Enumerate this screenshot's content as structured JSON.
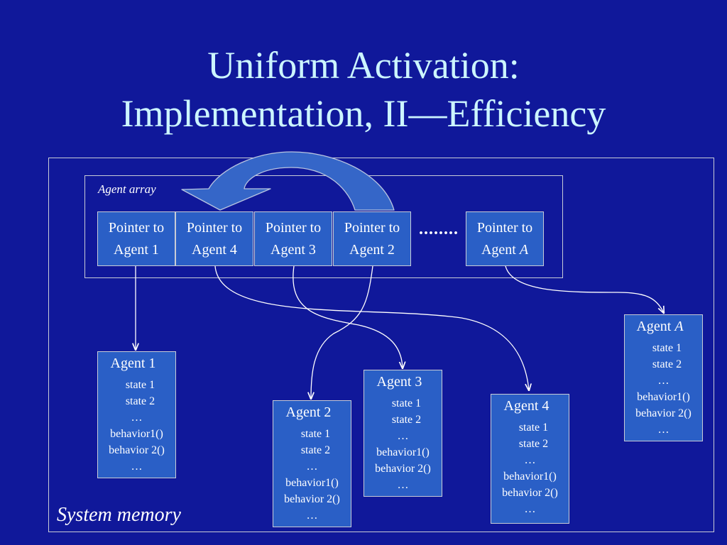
{
  "title": {
    "line1": "Uniform Activation:",
    "line2": "Implementation, II—Efficiency"
  },
  "array_label": "Agent array",
  "memory_label": "System memory",
  "ellipsis_dots": "........",
  "pointer_cells": [
    {
      "line1": "Pointer to",
      "line2": "Agent 1"
    },
    {
      "line1": "Pointer to",
      "line2": "Agent 4"
    },
    {
      "line1": "Pointer to",
      "line2": "Agent 3"
    },
    {
      "line1": "Pointer to",
      "line2": "Agent 2"
    },
    {
      "line1": "Pointer to",
      "line2_prefix": "Agent ",
      "line2_italic": "A"
    }
  ],
  "agents": [
    {
      "name": "Agent 1",
      "lines": [
        "state 1",
        "state 2",
        "…",
        "behavior1()",
        "behavior 2()",
        "…"
      ]
    },
    {
      "name": "Agent 2",
      "lines": [
        "state 1",
        "state 2",
        "…",
        "behavior1()",
        "behavior 2()",
        "…"
      ]
    },
    {
      "name": "Agent 3",
      "lines": [
        "state 1",
        "state 2",
        "…",
        "behavior1()",
        "behavior 2()",
        "…"
      ]
    },
    {
      "name": "Agent 4",
      "lines": [
        "state 1",
        "state 2",
        "…",
        "behavior1()",
        "behavior 2()",
        "…"
      ]
    },
    {
      "name_prefix": "Agent ",
      "name_italic": "A",
      "lines": [
        "state 1",
        "state 2",
        "…",
        "behavior1()",
        "behavior 2()",
        "…"
      ]
    }
  ],
  "colors": {
    "background": "#10189a",
    "title": "#ccf5ff",
    "box_fill": "#2a5fc6",
    "outline": "#c8ccd6",
    "swap_arrow": "#3566c8"
  }
}
